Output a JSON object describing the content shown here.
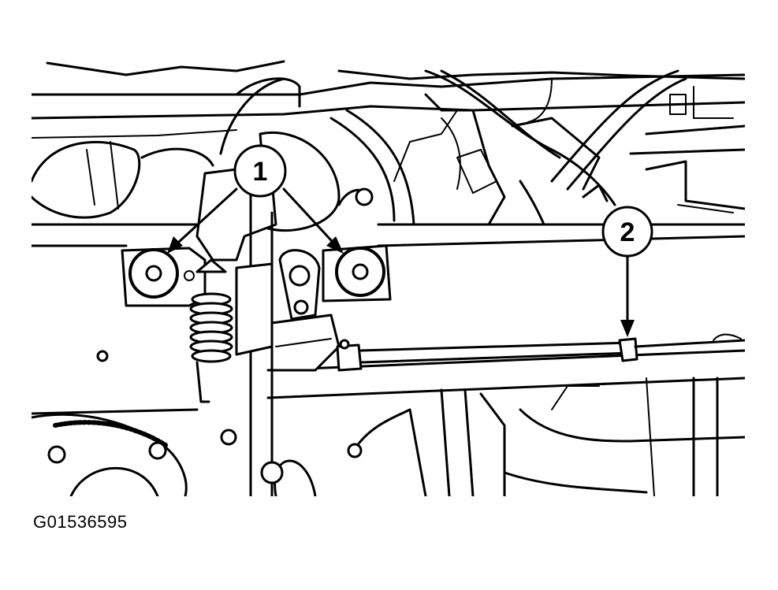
{
  "figure": {
    "id_label": "G01536595"
  },
  "callouts": [
    {
      "number": "1"
    },
    {
      "number": "2"
    }
  ]
}
